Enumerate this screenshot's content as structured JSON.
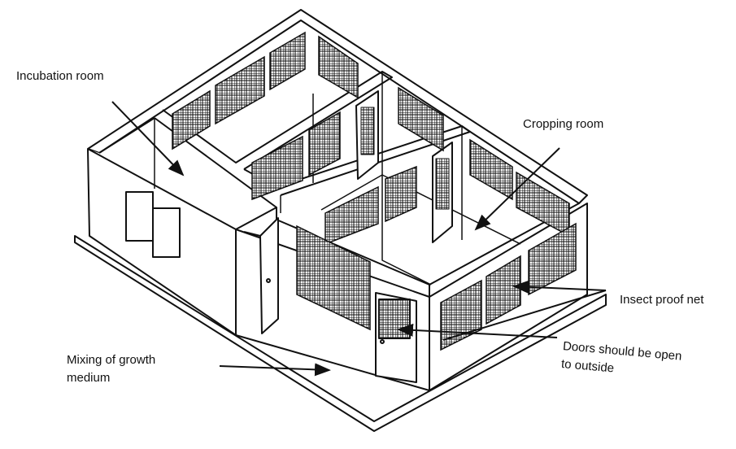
{
  "labels": {
    "incubation_room": "Incubation room",
    "cropping_room": "Cropping room",
    "insect_proof_net": "Insect proof net",
    "doors_line1": "Doors should be open",
    "doors_line2": "to outside",
    "mixing_line1": "Mixing of growth",
    "mixing_line2": "medium"
  },
  "colors": {
    "ink": "#111111",
    "paper": "#ffffff"
  }
}
